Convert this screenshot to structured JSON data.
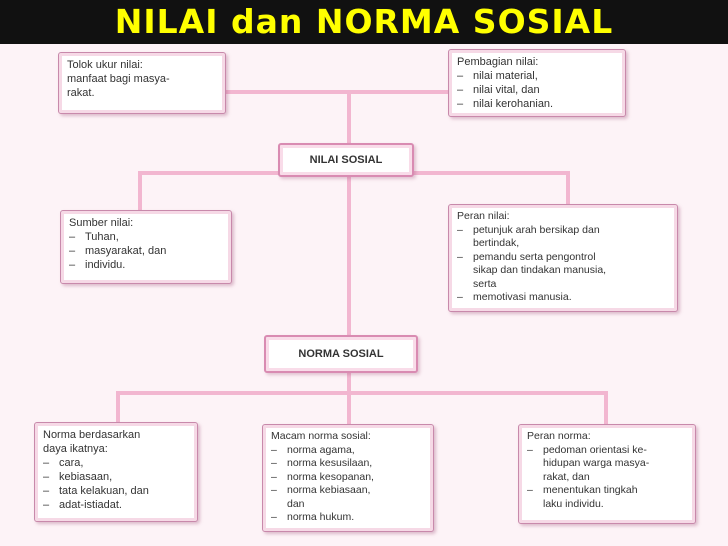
{
  "title": "NILAI dan NORMA SOSIAL",
  "colors": {
    "title_bg": "#111111",
    "title_text": "#ffff00",
    "connector": "#f2b6d0",
    "box_border": "#c889ab"
  },
  "nilai_sosial": {
    "label": "NILAI SOSIAL",
    "tolok_ukur": {
      "lines": [
        "Tolok ukur nilai:",
        "manfaat bagi masya-",
        "rakat."
      ]
    },
    "pembagian": {
      "heading": "Pembagian nilai:",
      "items": [
        "nilai material,",
        "nilai vital, dan",
        "nilai kerohanian."
      ]
    },
    "sumber": {
      "heading": "Sumber nilai:",
      "items": [
        "Tuhan,",
        "masyarakat, dan",
        "individu."
      ]
    },
    "peran": {
      "heading": "Peran nilai:",
      "items": [
        {
          "text": "petunjuk arah bersikap dan",
          "cont": [
            "bertindak,"
          ]
        },
        {
          "text": "pemandu serta pengontrol",
          "cont": [
            "sikap dan tindakan manusia,",
            "serta"
          ]
        },
        {
          "text": "memotivasi manusia.",
          "cont": []
        }
      ]
    }
  },
  "norma_sosial": {
    "label": "NORMA SOSIAL",
    "daya_ikat": {
      "heading_lines": [
        "Norma berdasarkan",
        "daya ikatnya:"
      ],
      "items": [
        "cara,",
        "kebiasaan,",
        "tata kelakuan, dan",
        "adat-istiadat."
      ]
    },
    "macam": {
      "heading": "Macam norma sosial:",
      "items": [
        {
          "text": "norma agama,",
          "cont": []
        },
        {
          "text": "norma kesusilaan,",
          "cont": []
        },
        {
          "text": "norma kesopanan,",
          "cont": []
        },
        {
          "text": "norma kebiasaan,",
          "cont": [
            "dan"
          ]
        },
        {
          "text": "norma hukum.",
          "cont": []
        }
      ]
    },
    "peran": {
      "heading": "Peran norma:",
      "items": [
        {
          "text": "pedoman orientasi ke-",
          "cont": [
            "hidupan warga masya-",
            "rakat, dan"
          ]
        },
        {
          "text": "menentukan tingkah",
          "cont": [
            "laku individu."
          ]
        }
      ]
    }
  }
}
